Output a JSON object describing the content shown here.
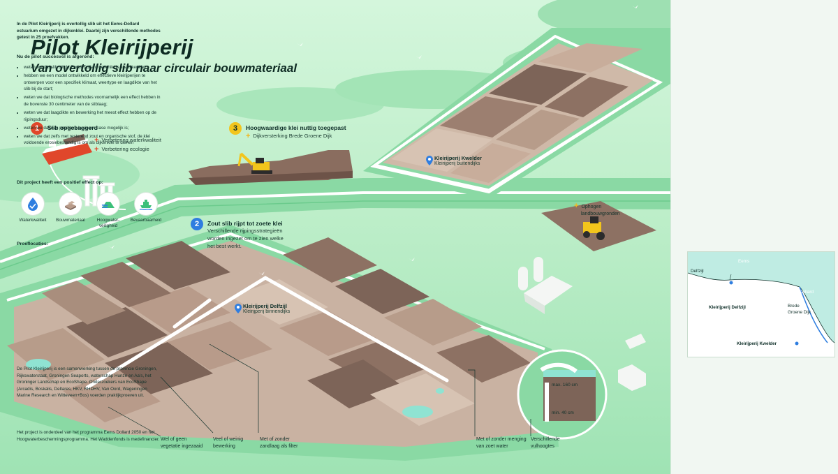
{
  "header": {
    "title": "Pilot Kleirijperij",
    "subtitle": "Van overtollig slib naar circulair bouwmateriaal"
  },
  "steps": [
    {
      "number": "1",
      "title": "Slib opgebaggerd",
      "color": "#e0472b",
      "items": [
        "Verbetering waterkwaliteit",
        "Verbetering ecologie"
      ]
    },
    {
      "number": "2",
      "title": "Zout slib rijpt tot zoete klei",
      "color": "#2f7ee0",
      "body": [
        "Verschillende rijpingsstrategieën",
        "worden ingezet om te zien welke",
        "het best werkt."
      ]
    },
    {
      "number": "3",
      "title": "Hoogwaardige klei nuttig toegepast",
      "color": "#f2c51c",
      "items": [
        "Dijkversterking Brede Groene Dijk"
      ]
    }
  ],
  "locations": [
    {
      "name": "Kleirijperij Kwelder",
      "sub": "Kleirijperij buitendijks"
    },
    {
      "name": "Kleirijperij Delfzijl",
      "sub": "Kleirijperij binnendijks"
    }
  ],
  "ophogen": [
    "Ophogen",
    "landbouwgronden"
  ],
  "callouts": [
    [
      "Wel of geen",
      "vegetatie ingezaaid"
    ],
    [
      "Veel of weinig",
      "bewerking"
    ],
    [
      "Met of zonder",
      "zandlaag als filter"
    ],
    [
      "Met of zonder menging",
      "van zoet water"
    ],
    [
      "Verschillende",
      "vulhoogtes"
    ]
  ],
  "scale": {
    "max": "max. 160 cm",
    "min": "min. 40 cm"
  },
  "panel": {
    "intro": "In de Pilot Kleirijperij is overtollig slib uit het Eems-Dollard estuarium omgezet in dijkenklei. Daarbij zijn verschillende methodes getest in 25 proefvakken.",
    "results_heading": "Nu de pilot succesvol is afgerond:",
    "results": [
      "weten we dat slib uit de Eems-Dollard geschikt is als dijkenklei;",
      "hebben we een model ontwikkeld om effectieve kleirijperijen te ontwerpen voor een specifiek klimaat, weertype en laagdikte van het slib bij de start;",
      "weten we dat biologische methodes voornamelijk een effect hebben in de bovenste 30 centimeter van de sliblaag;",
      "weten we dat laagdikte en bewerking het meest effect hebben op de rijpingsduur;",
      "weten we dat een positieve business case mogelijk is;",
      "weten we dat zelfs met resterend zout en organische stof, de klei voldoende erosiebestendig is om als dijkenklei te dienen"
    ],
    "effects_heading": "Dit project heeft een positief effect op:",
    "effects": [
      {
        "label": "Waterkwaliteit",
        "icon": "water-drop-icon"
      },
      {
        "label": "Bouwmateriaal",
        "icon": "clay-blocks-icon"
      },
      {
        "label": "Hoogwater-veiligheid",
        "icon": "dike-icon"
      },
      {
        "label": "Bevaarbaarheid",
        "icon": "ship-icon"
      }
    ],
    "map_heading": "Proeflocaties:",
    "map": {
      "delfzijl_town": "Delfzijl",
      "site_delfzijl": "Kleirijperij Delfzijl",
      "site_kwelder": "Kleirijperij Kwelder",
      "dike_line1": "Brede",
      "dike_line2": "Groene Dijk",
      "water1": "Eems",
      "water2": "Dollard"
    },
    "partners": "De Pilot Kleirijperij is een samenwerking tussen de provincie Groningen, Rijkswaterstaat, Groningen Seaports, waterschap Hunze en Aa's, het Groninger Landschap en EcoShape. Onderzoekers van EcoShape (Arcadis, Boskalis, Deltares, HKV, RHDHV, Van Oord, Wageningen Marine Research en Witteveen+Bos) voerden praktijkproeven uit.",
    "program": "Het project is onderdeel van het programma Eems Dollard 2050 en het Hoogwaterbeschermingsprogramma. Het Waddenfonds is medefinancier."
  },
  "colors": {
    "grass": "#aee8c0",
    "dike": "#8ad9a4",
    "road": "#ffffff",
    "plot_dark": "#7d6458",
    "plot_light": "#b89b8a",
    "water": "#8fe3d2",
    "accent_red": "#e0472b",
    "accent_blue": "#2f7ee0",
    "accent_yellow": "#f2c51c"
  }
}
